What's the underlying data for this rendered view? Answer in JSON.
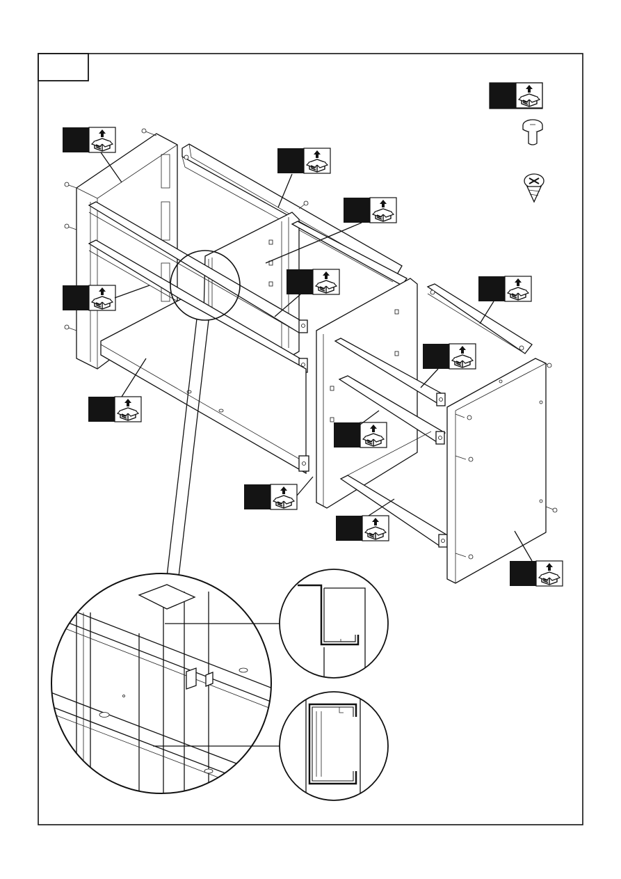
{
  "step": {
    "number": ""
  },
  "colors": {
    "ink": "#111111",
    "paper": "#ffffff",
    "label_fill": "#141414"
  },
  "part_labels": [
    {
      "id": "label-fixing-kit",
      "icon": "box-with-up-arrow-icon",
      "code": ""
    },
    {
      "id": "label-left-side-panel",
      "icon": "box-with-up-arrow-icon",
      "code": ""
    },
    {
      "id": "label-top-back-rail",
      "icon": "box-with-up-arrow-icon",
      "code": ""
    },
    {
      "id": "label-center-divider",
      "icon": "box-with-up-arrow-icon",
      "code": ""
    },
    {
      "id": "label-front-rail-left",
      "icon": "box-with-up-arrow-icon",
      "code": ""
    },
    {
      "id": "label-mid-rail-left",
      "icon": "box-with-up-arrow-icon",
      "code": ""
    },
    {
      "id": "label-bottom-shelf-left",
      "icon": "box-with-up-arrow-icon",
      "code": ""
    },
    {
      "id": "label-top-back-rail-right",
      "icon": "box-with-up-arrow-icon",
      "code": ""
    },
    {
      "id": "label-front-rail-right",
      "icon": "box-with-up-arrow-icon",
      "code": ""
    },
    {
      "id": "label-mid-rail-right",
      "icon": "box-with-up-arrow-icon",
      "code": ""
    },
    {
      "id": "label-inner-panel-right",
      "icon": "box-with-up-arrow-icon",
      "code": ""
    },
    {
      "id": "label-bottom-rail-right",
      "icon": "box-with-up-arrow-icon",
      "code": ""
    },
    {
      "id": "label-right-side-panel",
      "icon": "box-with-up-arrow-icon",
      "code": ""
    }
  ],
  "hardware": [
    "bolt-icon",
    "screw-icon"
  ],
  "detail_views": [
    "magnified-joint-detail",
    "profile-section-top",
    "profile-section-bottom"
  ]
}
